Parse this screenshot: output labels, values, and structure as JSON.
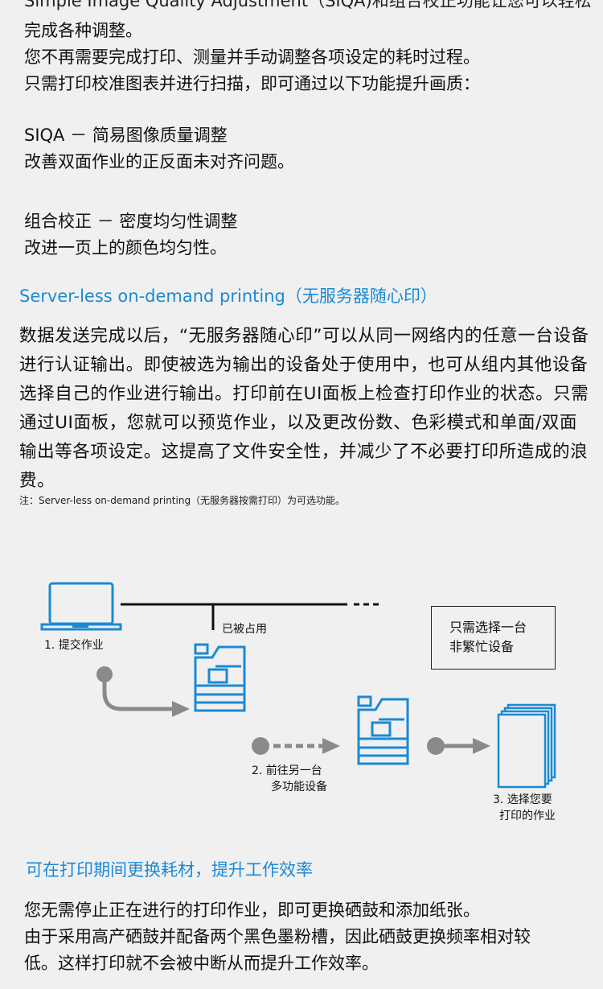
{
  "intro": {
    "line1": "Simple Image Quality Adjustment（SIQA)和组合校正功能让您可以轻松",
    "line2": "完成各种调整。",
    "line3": "您不再需要完成打印、测量并手动调整各项设定的耗时过程。",
    "line4": "只需打印校准图表并进行扫描，即可通过以下功能提升画质："
  },
  "siqa": {
    "title": "SIQA － 简易图像质量调整",
    "desc": "改善双面作业的正反面未对齐问题。"
  },
  "combo": {
    "title": "组合校正 － 密度均匀性调整",
    "desc": "改进一页上的颜色均匀性。"
  },
  "serverless": {
    "heading": "Server-less on-demand printing（无服务器随心印）",
    "body": "数据发送完成以后，“无服务器随心印”可以从同一网络内的任意一台设备进行认证输出。即使被选为输出的设备处于使用中，也可从组内其他设备选择自己的作业进行输出。打印前在UI面板上检查打印作业的状态。只需通过UI面板，您就可以预览作业，以及更改份数、色彩模式和单面/双面输出等各项设定。这提高了文件安全性，并减少了不必要打印所造成的浪费。",
    "note": "注：Server-less on-demand printing（无服务器按需打印）为可选功能。"
  },
  "diagram": {
    "step1": "1. 提交作业",
    "occupied": "已被占用",
    "box_line1": "只需选择一台",
    "box_line2": "非繁忙设备",
    "step2_line1": "2. 前往另一台",
    "step2_line2": "多功能设备",
    "step3_line1": "3. 选择您要",
    "step3_line2": "打印的作业",
    "colors": {
      "blue": "#1a8ad4",
      "gray": "#8a8a8a"
    }
  },
  "consumables": {
    "heading": "可在打印期间更换耗材，提升工作效率",
    "line1": "您无需停止正在进行的打印作业，即可更换硒鼓和添加纸张。",
    "line2": "由于采用高产硒鼓并配备两个黑色墨粉槽，因此硒鼓更换频率相对较",
    "line3": "低。这样打印就不会被中断从而提升工作效率。"
  }
}
